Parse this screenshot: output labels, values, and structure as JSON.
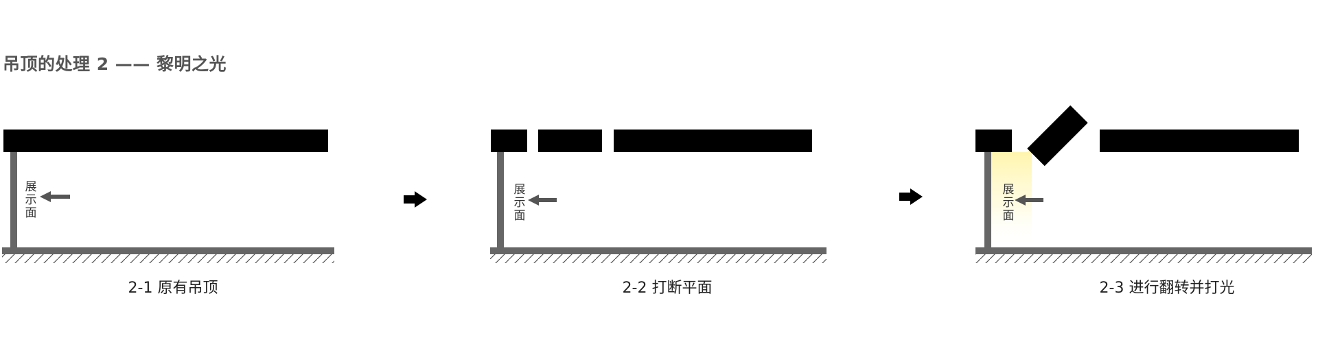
{
  "title": "吊顶的处理 2 —— 黎明之光",
  "panels": [
    {
      "caption": "2-1 原有吊顶",
      "wall_label": "展示面"
    },
    {
      "caption": "2-2 打断平面",
      "wall_label": "展示面"
    },
    {
      "caption": "2-3 进行翻转并打光",
      "wall_label": "展示面"
    }
  ],
  "colors": {
    "ceiling": "#000000",
    "wall": "#666666",
    "floor": "#666666",
    "arrow": "#555555",
    "light": "#fff7b0",
    "title": "#555555"
  }
}
